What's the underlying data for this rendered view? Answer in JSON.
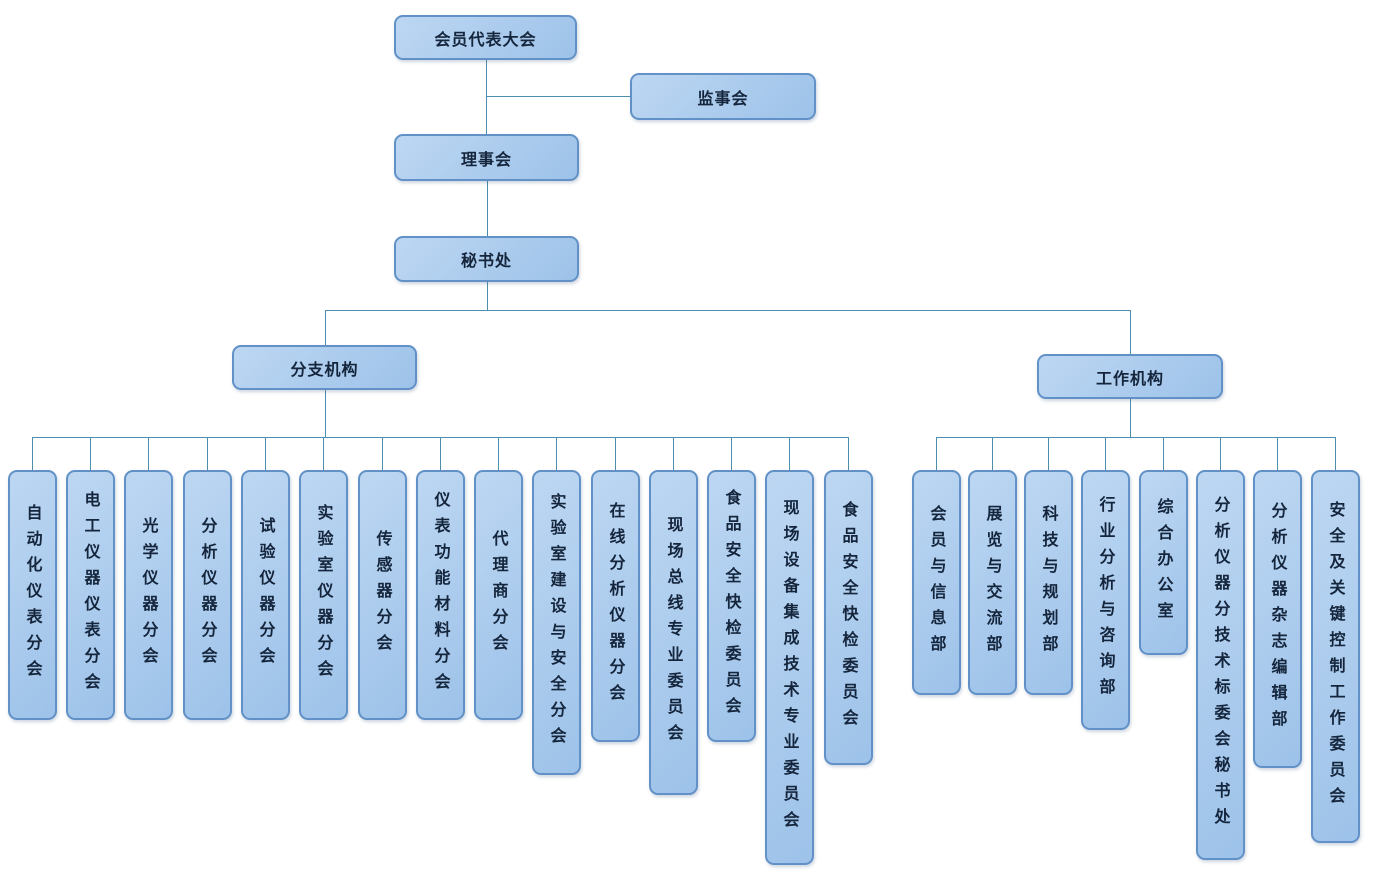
{
  "org": {
    "root_label": "会员代表大会",
    "supervisory_label": "监事会",
    "council_label": "理事会",
    "secretariat_label": "秘书处",
    "branch_group_label": "分支机构",
    "work_group_label": "工作机构",
    "branch_items": [
      "自动化仪表分会",
      "电工仪器仪表分会",
      "光学仪器分会",
      "分析仪器分会",
      "试验仪器分会",
      "实验室仪器分会",
      "传感器分会",
      "仪表功能材料分会",
      "代理商分会",
      "实验室建设与安全分会",
      "在线分析仪器分会",
      "现场总线专业委员会",
      "食品安全快检委员会",
      "现场设备集成技术专业委员会",
      "食品安全快检委员会"
    ],
    "work_items": [
      "会员与信息部",
      "展览与交流部",
      "科技与规划部",
      "行业分析与咨询部",
      "综合办公室",
      "分析仪器分技术标委会秘书处",
      "分析仪器杂志编辑部",
      "安全及关键控制工作委员会"
    ]
  },
  "colors": {
    "box_fill_light": "#bdd7f2",
    "box_fill_dark": "#9dc2e9",
    "box_border": "#6191c6",
    "box_text": "#14253c",
    "connector": "#4a8fb0",
    "page_bg": "#ffffff"
  }
}
